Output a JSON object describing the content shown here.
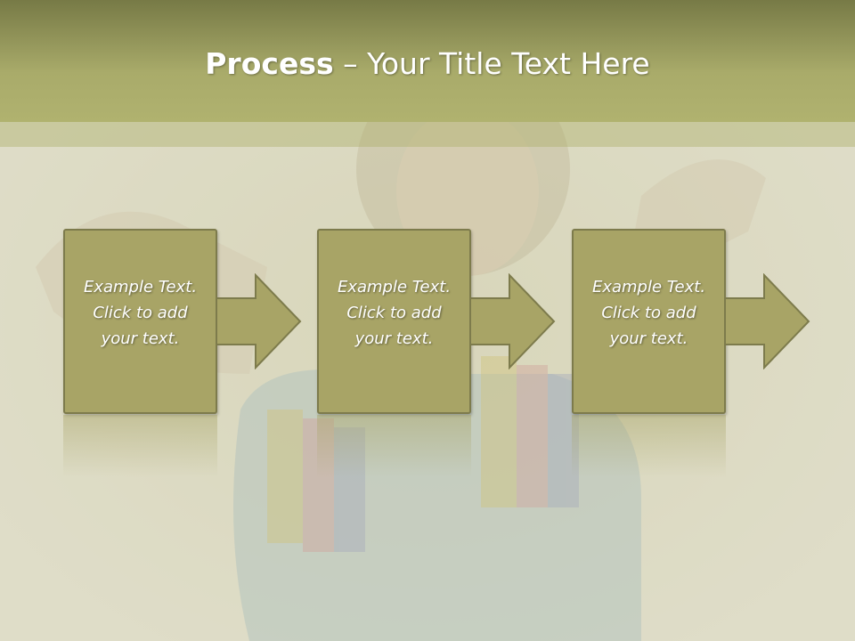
{
  "title": {
    "bold": "Process",
    "rest": " – Your Title Text Here"
  },
  "steps": [
    {
      "text": "Example Text.\nClick  to add\nyour text."
    },
    {
      "text": "Example Text.\nClick  to add\nyour text."
    },
    {
      "text": "Example Text.\nClick  to add\nyour text."
    }
  ],
  "colors": {
    "title_bar": "#a9ab6a",
    "box_fill": "#a8a466",
    "box_border": "#7d7b4c",
    "text": "#ffffff"
  },
  "icons": [
    "right-arrow-icon"
  ]
}
